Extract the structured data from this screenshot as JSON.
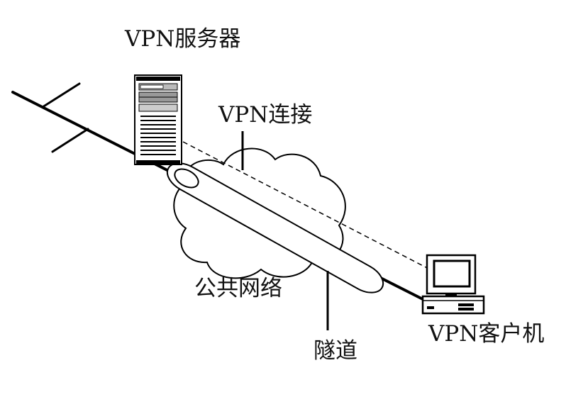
{
  "labels": {
    "vpn_server": "VPN服务器",
    "vpn_connection": "VPN连接",
    "public_network": "公共网络",
    "tunnel": "隧道",
    "vpn_client": "VPN客户机"
  },
  "colors": {
    "ink": "#111111",
    "line": "#000000",
    "background": "#ffffff"
  },
  "icons": {
    "server": "server-tower-icon",
    "client": "desktop-computer-icon",
    "cloud": "cloud-icon",
    "tunnel": "cylinder-tube-icon"
  }
}
